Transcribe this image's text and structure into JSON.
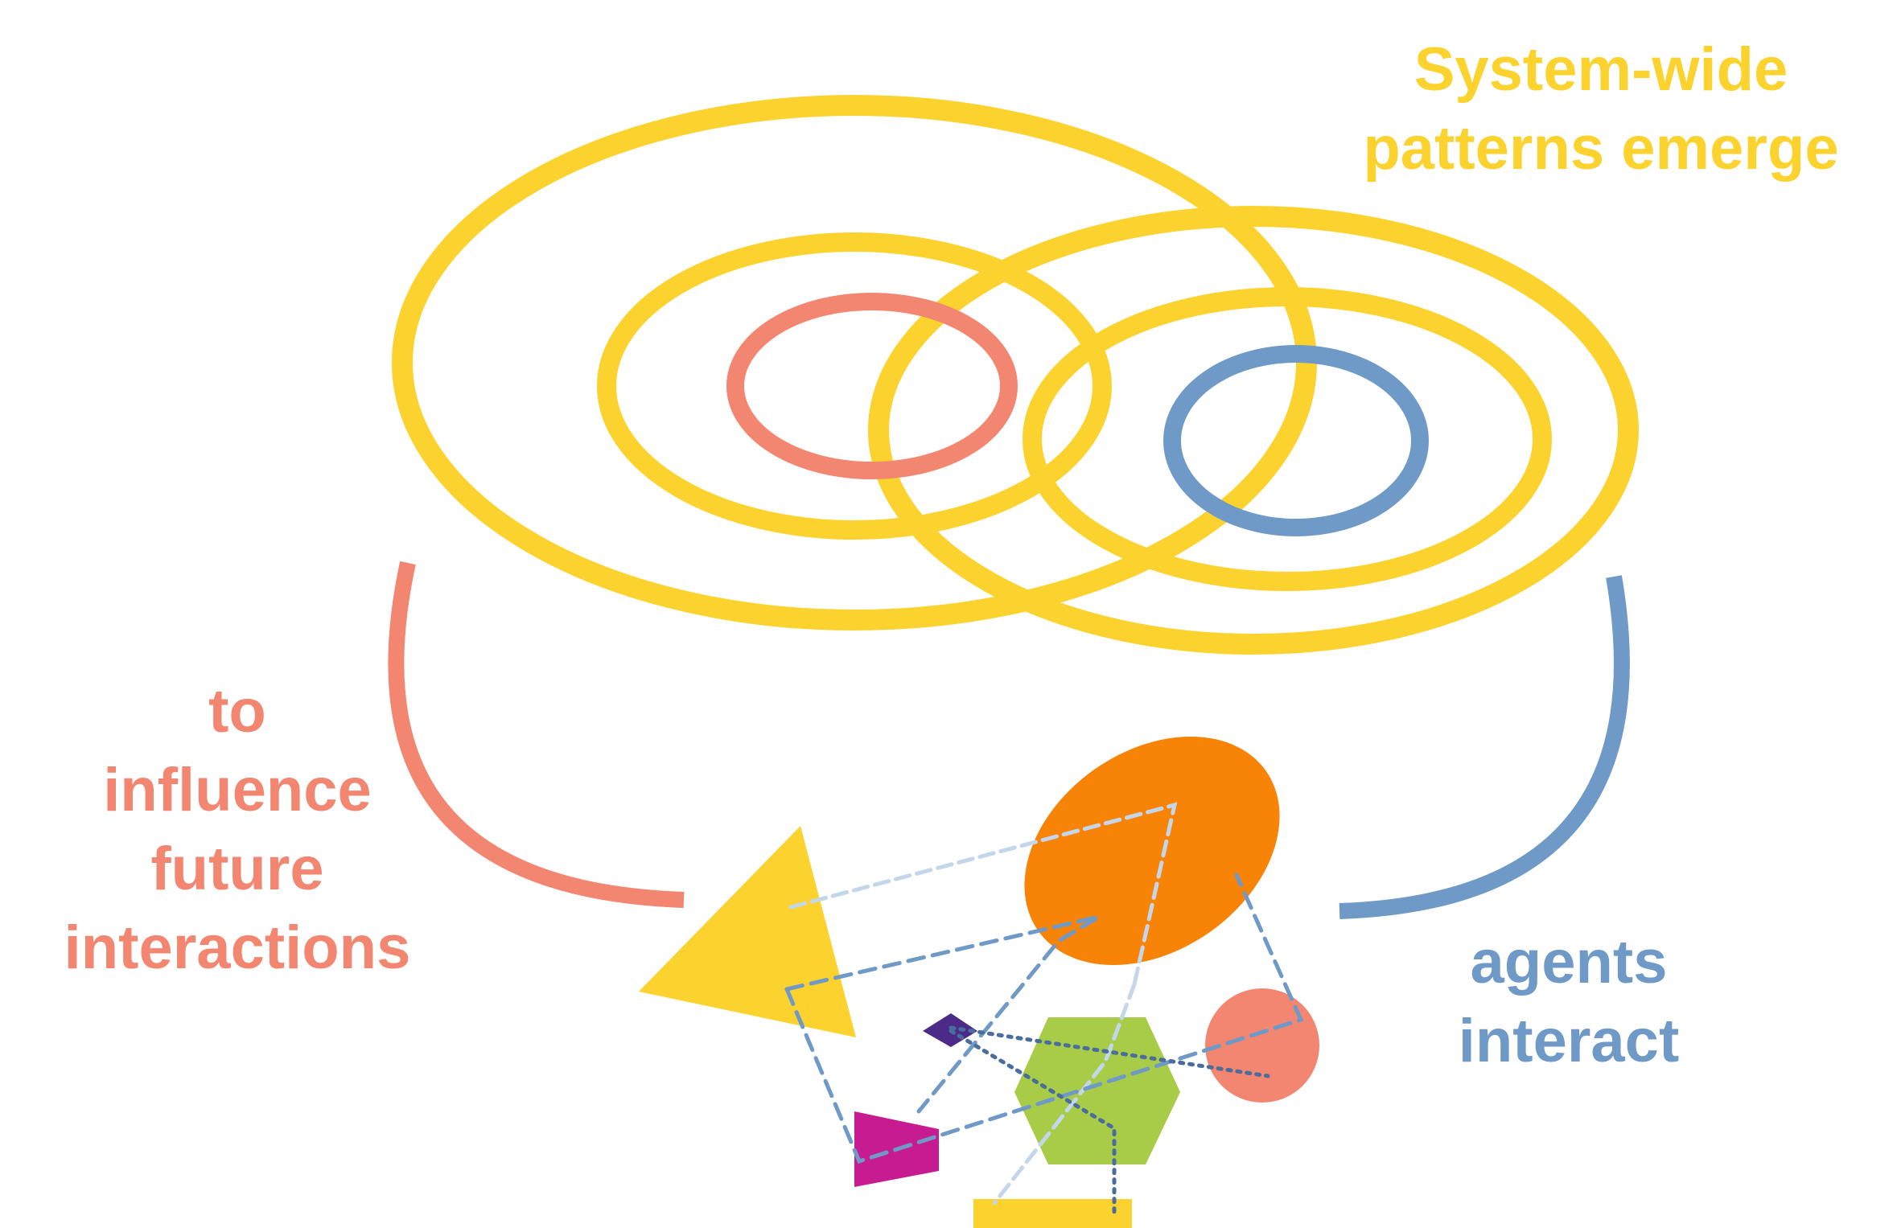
{
  "labels": {
    "emerge": [
      "System-wide",
      "patterns emerge"
    ],
    "influence": [
      "to",
      "influence",
      "future",
      "interactions"
    ],
    "agents": [
      "agents",
      "interact"
    ]
  },
  "colors": {
    "yellow": "#FCD22F",
    "salmon": "#F28670",
    "blue": "#6F9AC8",
    "light_blue": "#C4D6EA",
    "orange": "#F78307",
    "green": "#A8CC48",
    "magenta": "#C71B92",
    "purple": "#4B2A88",
    "white": "#ffffff"
  }
}
